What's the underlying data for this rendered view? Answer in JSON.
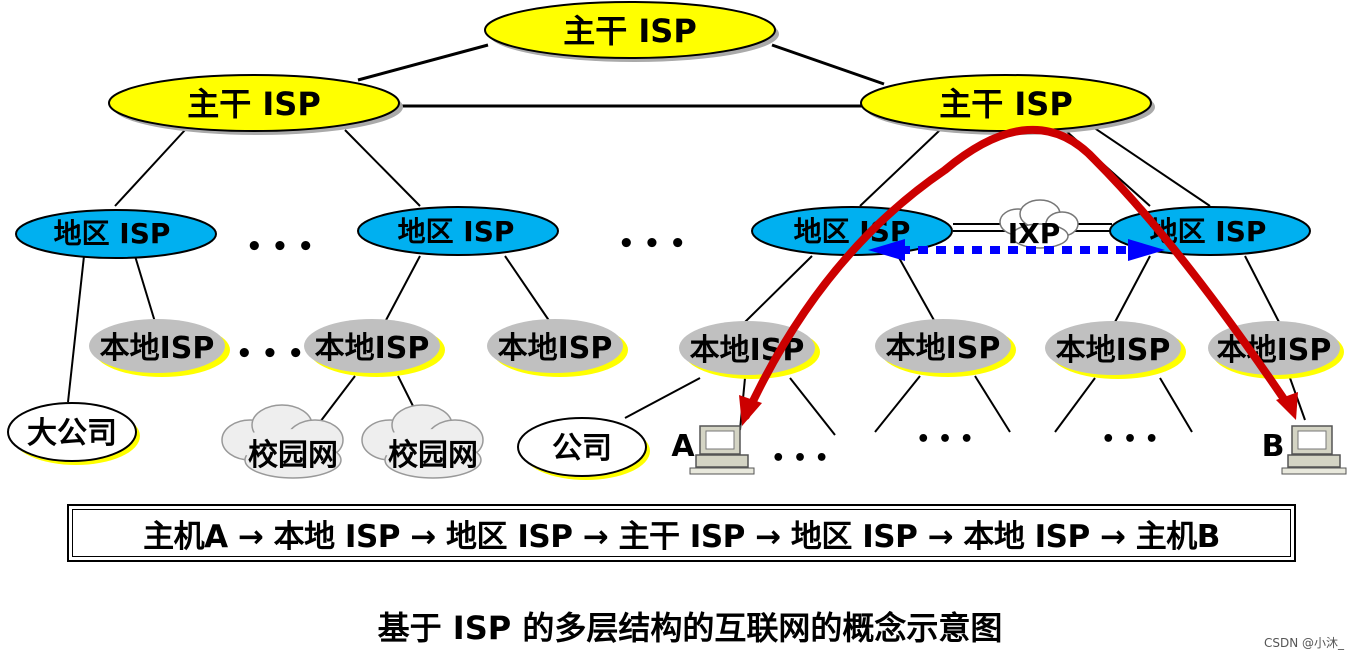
{
  "backbone": [
    "主干 ISP",
    "主干 ISP",
    "主干 ISP"
  ],
  "regional": [
    "地区 ISP",
    "地区 ISP",
    "地区 ISP",
    "地区 ISP"
  ],
  "local": [
    "本地ISP",
    "本地ISP",
    "本地ISP",
    "本地ISP",
    "本地ISP",
    "本地ISP",
    "本地ISP"
  ],
  "company_large": "大公司",
  "company": "公司",
  "campus": [
    "校园网",
    "校园网"
  ],
  "ixp": "IXP",
  "host_a": "A",
  "host_b": "B",
  "ellipsis": "• • •",
  "ellipsis_small": "• • •",
  "path_text": "主机A → 本地 ISP → 地区 ISP → 主干 ISP → 地区 ISP → 本地 ISP → 主机B",
  "caption": "基于 ISP 的多层结构的互联网的概念示意图",
  "watermark": "CSDN @小沐_",
  "colors": {
    "backbone_fill": "#ffff00",
    "regional_fill": "#00b0f0",
    "local_fill": "#c0c0c0",
    "arrow_red": "#cc0000",
    "arrow_blue": "#0000ff"
  }
}
